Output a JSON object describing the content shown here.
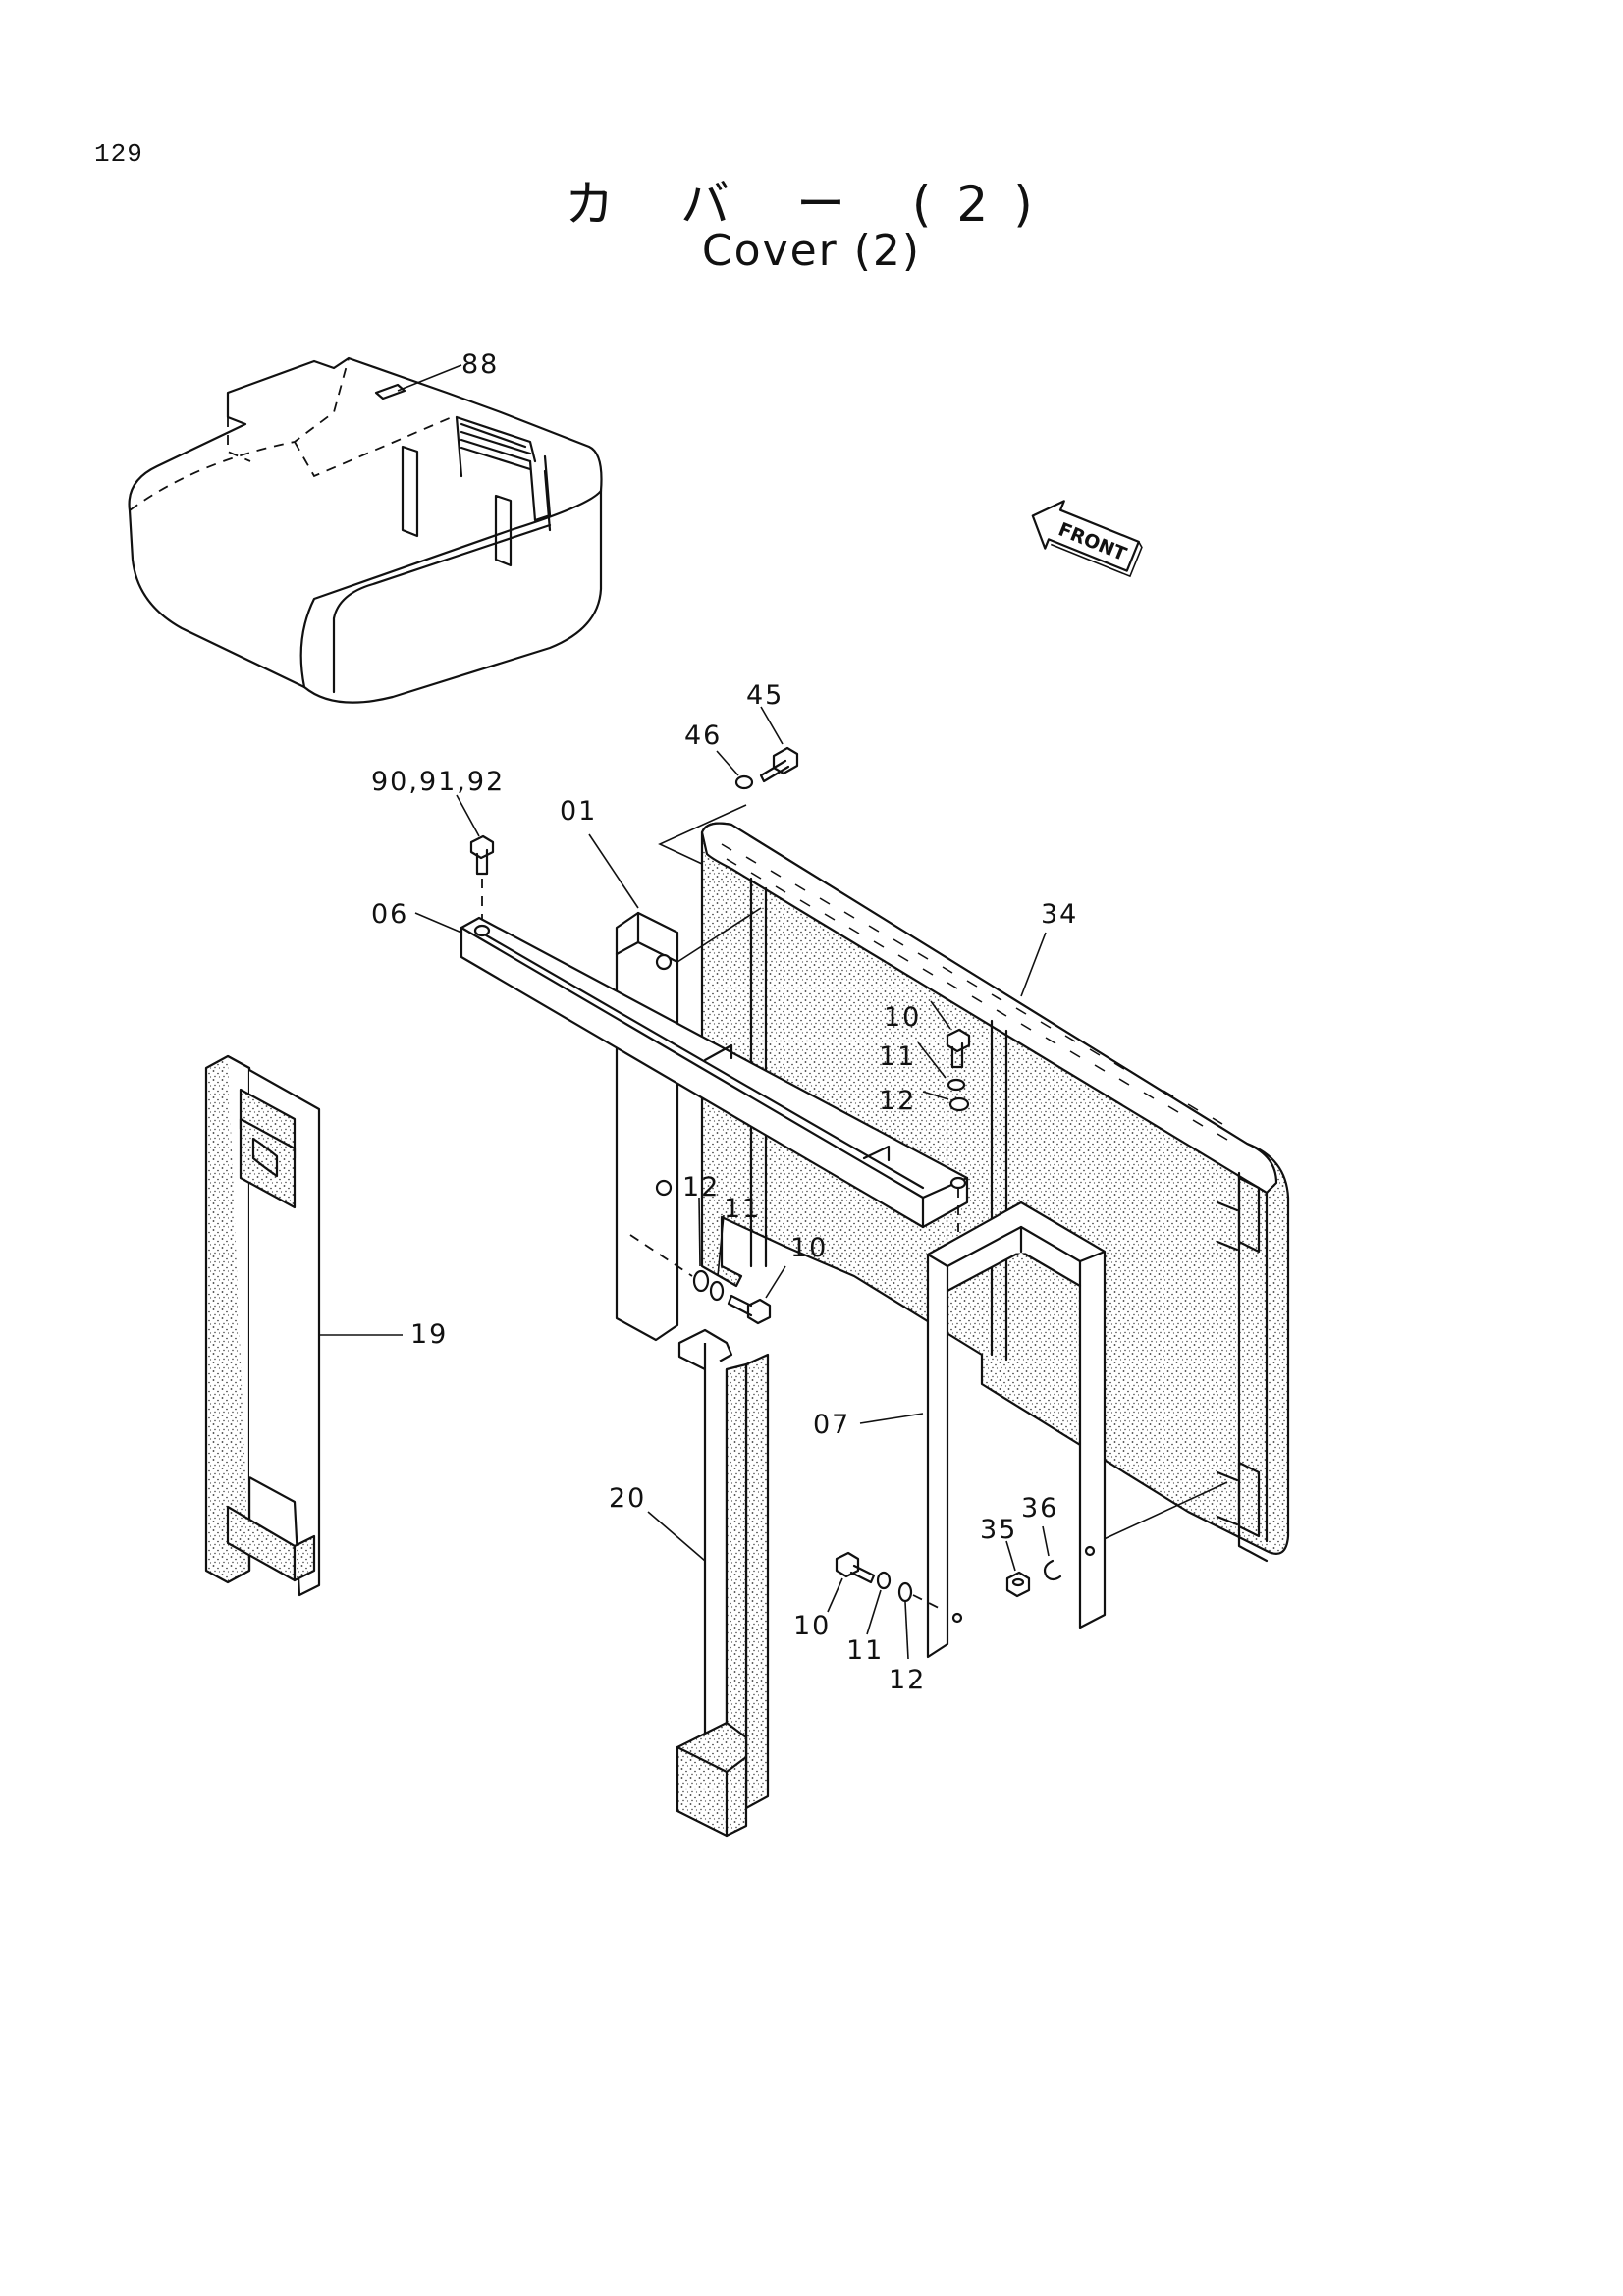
{
  "page_number": "129",
  "title_jp": "カ バ ー (2)",
  "title_en": "Cover (2)",
  "direction_label": "FRONT",
  "callouts": {
    "c88": "88",
    "c45": "45",
    "c46": "46",
    "c90": "90,91,92",
    "c01": "01",
    "c06": "06",
    "c34": "34",
    "c10a": "10",
    "c11a": "11",
    "c12a": "12",
    "c12b": "12",
    "c11b": "11",
    "c10b": "10",
    "c19": "19",
    "c07": "07",
    "c20": "20",
    "c36": "36",
    "c35": "35",
    "c10c": "10",
    "c11c": "11",
    "c12c": "12"
  }
}
